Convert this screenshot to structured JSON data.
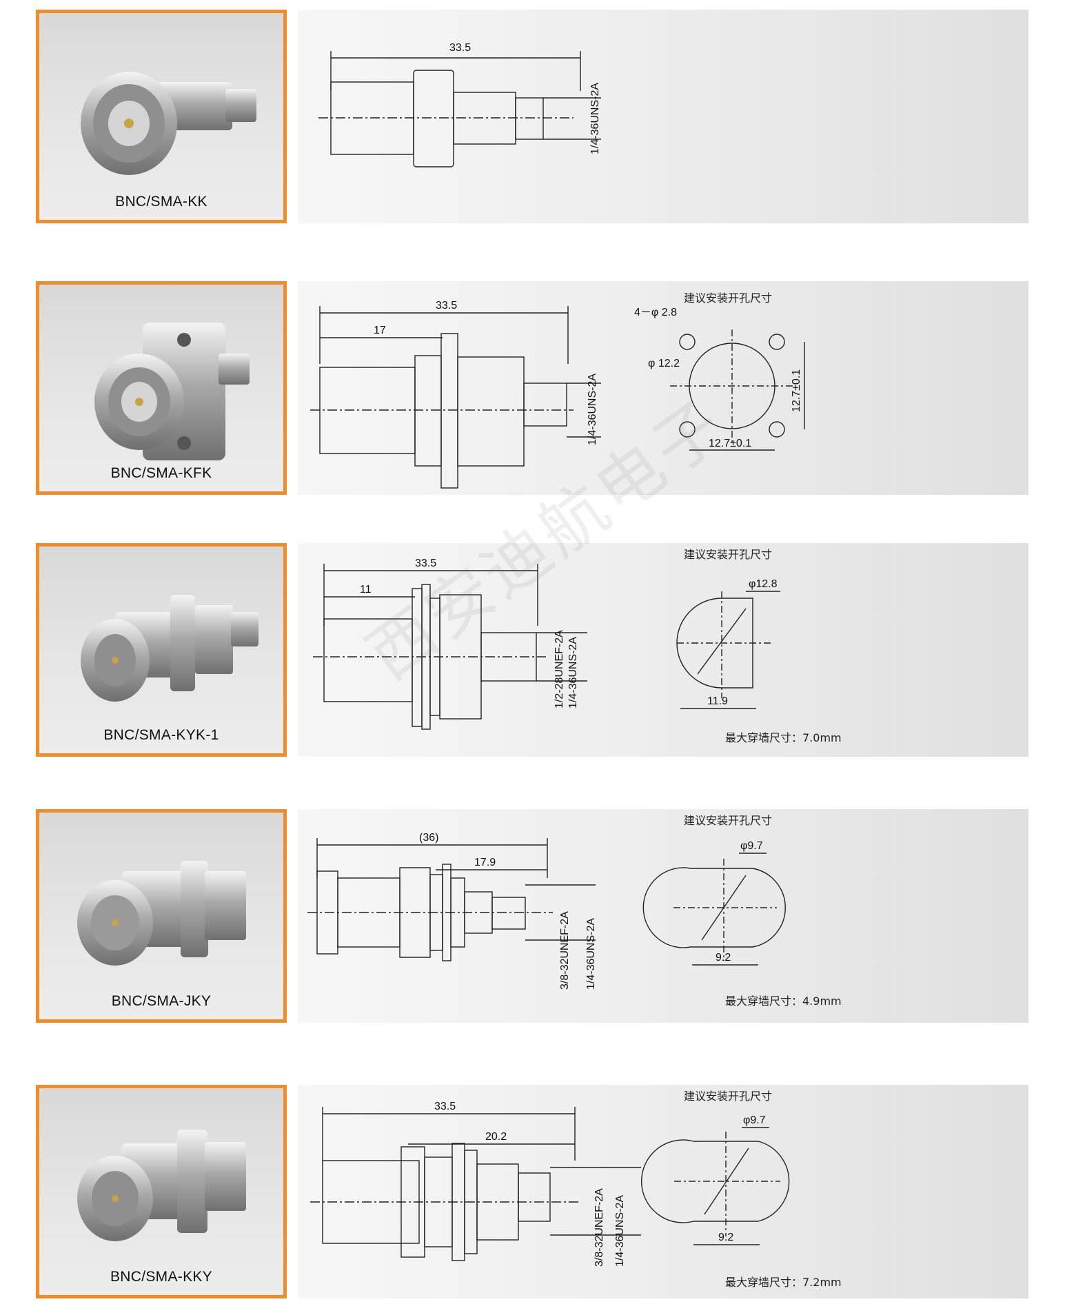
{
  "products": [
    {
      "model": "BNC/SMA-KK",
      "dimensions": [
        "33.5",
        "1/4-36UNS-2A"
      ],
      "cutout": null
    },
    {
      "model": "BNC/SMA-KFK",
      "dimensions": [
        "33.5",
        "17",
        "1/4-36UNS-2A"
      ],
      "cutout": {
        "title": "建议安装开孔尺寸",
        "labels": [
          "4－φ 2.8",
          "φ 12.2",
          "12.7±0.1",
          "12.7±0.1"
        ]
      }
    },
    {
      "model": "BNC/SMA-KYK-1",
      "dimensions": [
        "33.5",
        "11",
        "1/2-28UNEF-2A",
        "1/4-36UNS-2A"
      ],
      "cutout": {
        "title": "建议安装开孔尺寸",
        "labels": [
          "φ12.8",
          "11.9"
        ],
        "wall": "最大穿墙尺寸：7.0mm"
      }
    },
    {
      "model": "BNC/SMA-JKY",
      "dimensions": [
        "(36)",
        "17.9",
        "3/8-32UNEF-2A",
        "1/4-36UNS-2A"
      ],
      "cutout": {
        "title": "建议安装开孔尺寸",
        "labels": [
          "φ9.7",
          "9.2"
        ],
        "wall": "最大穿墙尺寸：4.9mm"
      }
    },
    {
      "model": "BNC/SMA-KKY",
      "dimensions": [
        "33.5",
        "20.2",
        "3/8-32UNEF-2A",
        "1/4-36UNS-2A"
      ],
      "cutout": {
        "title": "建议安装开孔尺寸",
        "labels": [
          "φ9.7",
          "9.2"
        ],
        "wall": "最大穿墙尺寸：7.2mm"
      }
    }
  ],
  "watermark": "西安迪航电子",
  "colors": {
    "frame": "#ef8d2c",
    "panel": "#eeeeee",
    "line": "#222222"
  }
}
